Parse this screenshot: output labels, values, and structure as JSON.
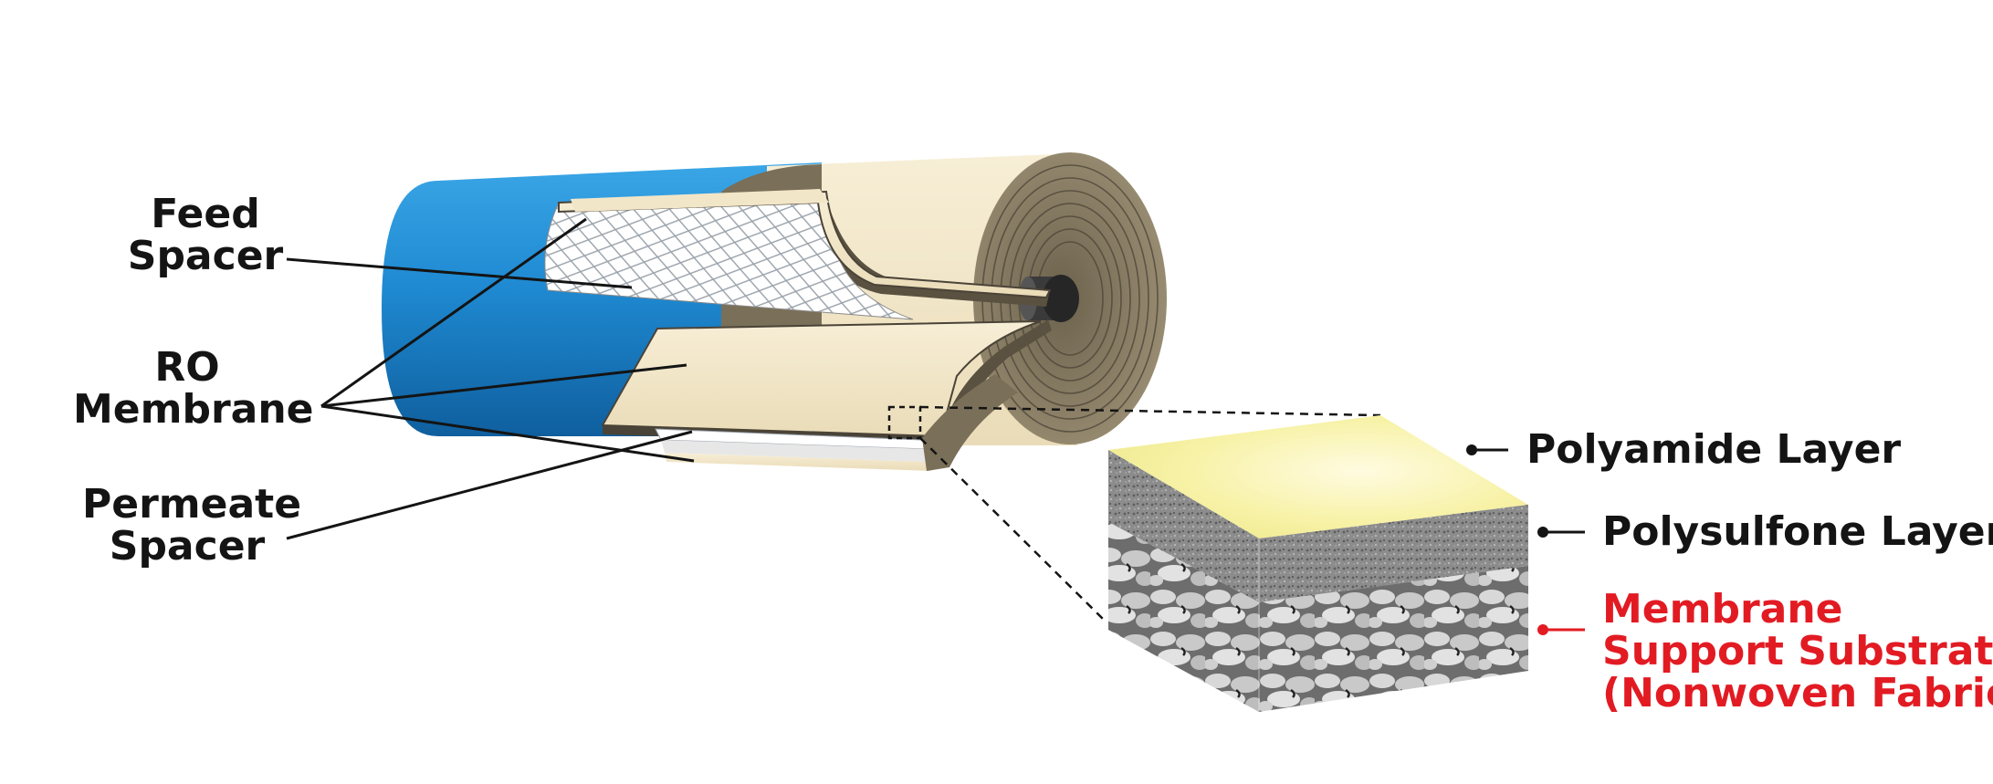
{
  "labels": {
    "feed_spacer": [
      "Feed",
      "Spacer"
    ],
    "ro_membrane": [
      "RO",
      "Membrane"
    ],
    "permeate_spacer": [
      "Permeate",
      "Spacer"
    ],
    "polyamide_layer": "Polyamide Layer",
    "polysulfone_layer": "Polysulfone Layer",
    "support_substrate": [
      "Membrane",
      "Support Substrate",
      "(Nonwoven Fabric)"
    ]
  },
  "colors": {
    "text": "#141414",
    "highlight": "#e21b23",
    "housing_blue": "#1e88d0",
    "membrane_cream": "#f2e6c8",
    "membrane_edge": "#4a4337",
    "roll_face": "#8a7f66",
    "polyamide_yellow": "#f6f3a8"
  }
}
